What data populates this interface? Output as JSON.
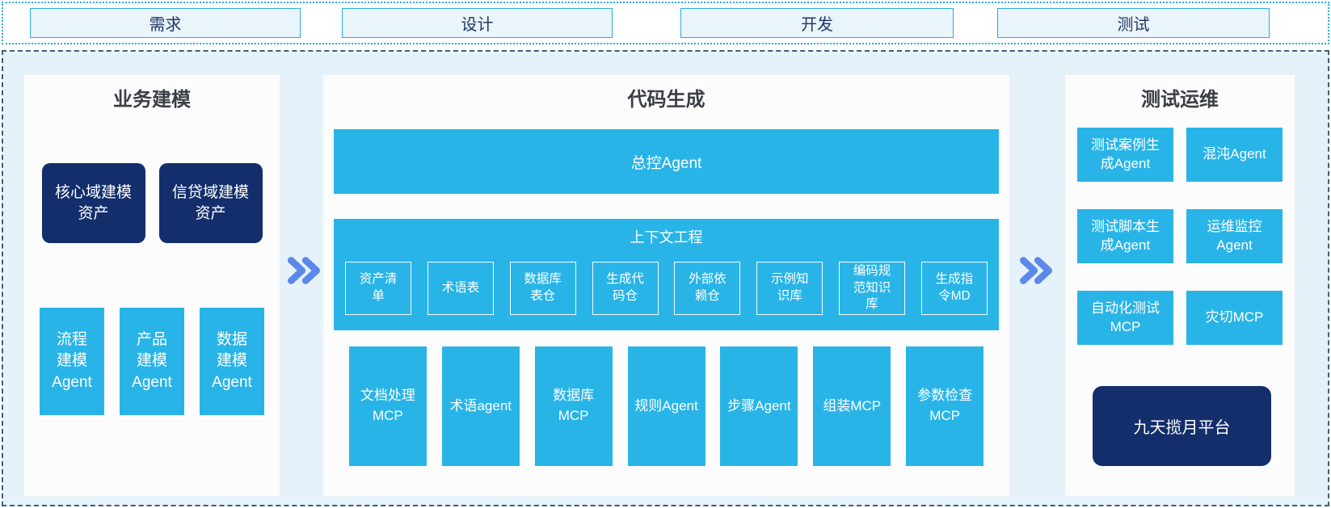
{
  "colors": {
    "cyan": "#29B4E7",
    "navy": "#132E6B",
    "arrow": "#5C88EA",
    "phase-bg": "#EAF4FB",
    "phase-border": "#2BAADF",
    "phase-text": "#1F3864",
    "main-bg": "#E6F2FA",
    "main-border": "#3E5E7E",
    "panel-bg": "#FCFCFD",
    "title": "#3B3E44"
  },
  "icons": {
    "flow_arrow": "double-chevron-right"
  },
  "phases": [
    {
      "label": "需求"
    },
    {
      "label": "设计"
    },
    {
      "label": "开发"
    },
    {
      "label": "测试"
    }
  ],
  "sections": {
    "business_modeling": {
      "title": "业务建模",
      "asset_boxes": [
        {
          "label": "核心域建模\n资产"
        },
        {
          "label": "信贷域建模\n资产"
        }
      ],
      "agent_boxes": [
        {
          "label": "流程\n建模\nAgent"
        },
        {
          "label": "产品\n建模\nAgent"
        },
        {
          "label": "数据\n建模\nAgent"
        }
      ]
    },
    "code_generation": {
      "title": "代码生成",
      "master_agent": {
        "label": "总控Agent"
      },
      "context_engineering": {
        "title": "上下文工程",
        "items": [
          {
            "label": "资产清\n单"
          },
          {
            "label": "术语表"
          },
          {
            "label": "数据库\n表仓"
          },
          {
            "label": "生成代\n码仓"
          },
          {
            "label": "外部依\n赖仓"
          },
          {
            "label": "示例知\n识库"
          },
          {
            "label": "编码规\n范知识\n库"
          },
          {
            "label": "生成指\n令MD"
          }
        ]
      },
      "tools": [
        {
          "label": "文档处理\nMCP"
        },
        {
          "label": "术语agent"
        },
        {
          "label": "数据库\nMCP"
        },
        {
          "label": "规则Agent"
        },
        {
          "label": "步骤Agent"
        },
        {
          "label": "组装MCP"
        },
        {
          "label": "参数检查\nMCP"
        }
      ]
    },
    "test_ops": {
      "title": "测试运维",
      "boxes": [
        {
          "label": "测试案例生\n成Agent"
        },
        {
          "label": "混沌Agent"
        },
        {
          "label": "测试脚本生\n成Agent"
        },
        {
          "label": "运维监控\nAgent"
        },
        {
          "label": "自动化测试\nMCP"
        },
        {
          "label": "灾切MCP"
        }
      ],
      "platform": {
        "label": "九天揽月平台"
      }
    }
  }
}
